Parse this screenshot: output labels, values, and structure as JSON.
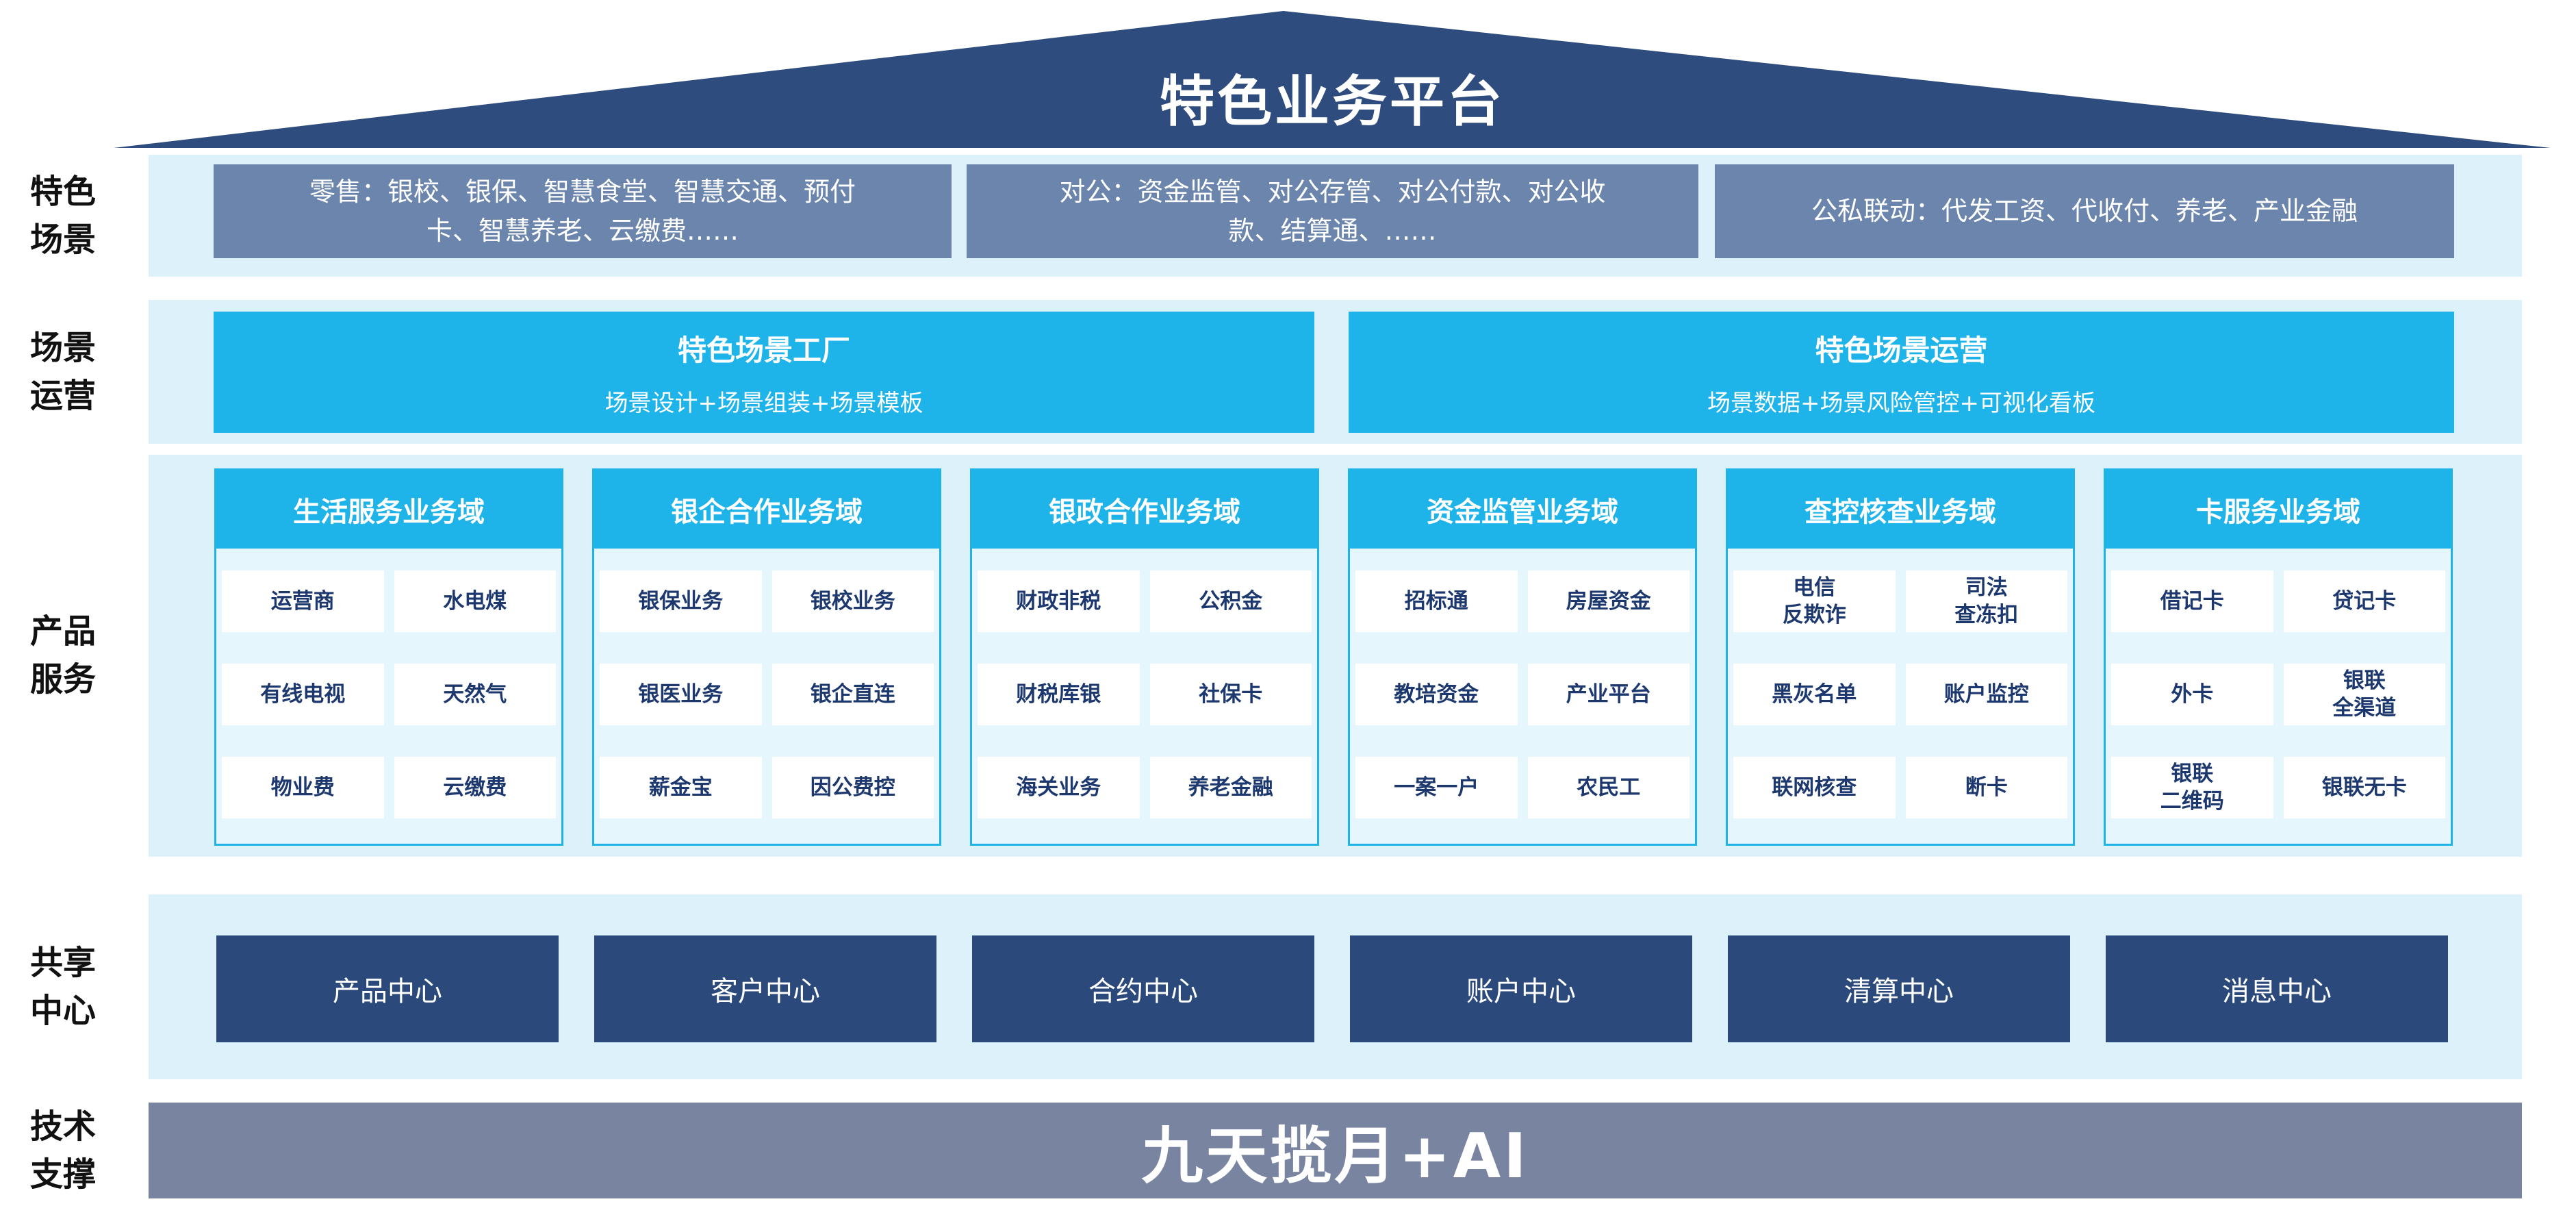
{
  "platform": {
    "title": "特色业务平台"
  },
  "row_labels": [
    "特色\n场景",
    "场景\n运营",
    "产品\n服务",
    "共享\n中心",
    "技术\n支撑"
  ],
  "scenes": [
    "零售：银校、银保、智慧食堂、智慧交通、预付\n卡、智慧养老、云缴费……",
    "对公：资金监管、对公存管、对公付款、对公收\n款、结算通、……",
    "公私联动：代发工资、代收付、养老、产业金融"
  ],
  "operations": [
    {
      "title": "特色场景工厂",
      "subtitle": "场景设计+场景组装+场景模板"
    },
    {
      "title": "特色场景运营",
      "subtitle": "场景数据+场景风险管控+可视化看板"
    }
  ],
  "products": {
    "columns": [
      {
        "header": "生活服务业务域",
        "items": [
          "运营商",
          "水电煤",
          "有线电视",
          "天然气",
          "物业费",
          "云缴费"
        ]
      },
      {
        "header": "银企合作业务域",
        "items": [
          "银保业务",
          "银校业务",
          "银医业务",
          "银企直连",
          "薪金宝",
          "因公费控"
        ]
      },
      {
        "header": "银政合作业务域",
        "items": [
          "财政非税",
          "公积金",
          "财税库银",
          "社保卡",
          "海关业务",
          "养老金融"
        ]
      },
      {
        "header": "资金监管业务域",
        "items": [
          "招标通",
          "房屋资金",
          "教培资金",
          "产业平台",
          "一案一户",
          "农民工"
        ]
      },
      {
        "header": "查控核查业务域",
        "items": [
          "电信\n反欺诈",
          "司法\n查冻扣",
          "黑灰名单",
          "账户监控",
          "联网核查",
          "断卡"
        ]
      },
      {
        "header": "卡服务业务域",
        "items": [
          "借记卡",
          "贷记卡",
          "外卡",
          "银联\n全渠道",
          "银联\n二维码",
          "银联无卡"
        ]
      }
    ]
  },
  "shared_centers": [
    "产品中心",
    "客户中心",
    "合约中心",
    "账户中心",
    "清算中心",
    "消息中心"
  ],
  "tech_support": {
    "label": "九天揽月+AI"
  },
  "colors": {
    "roof_navy": "#2e4c7e",
    "band_light_blue": "#ddf1fb",
    "scene_gray_blue": "#6b85ac",
    "accent_cyan": "#1eb3e9",
    "column_bg": "#e6f6fd",
    "cell_text_navy": "#1c386e",
    "center_navy": "#2b4a7b",
    "tech_bar_gray": "#7884a0"
  }
}
